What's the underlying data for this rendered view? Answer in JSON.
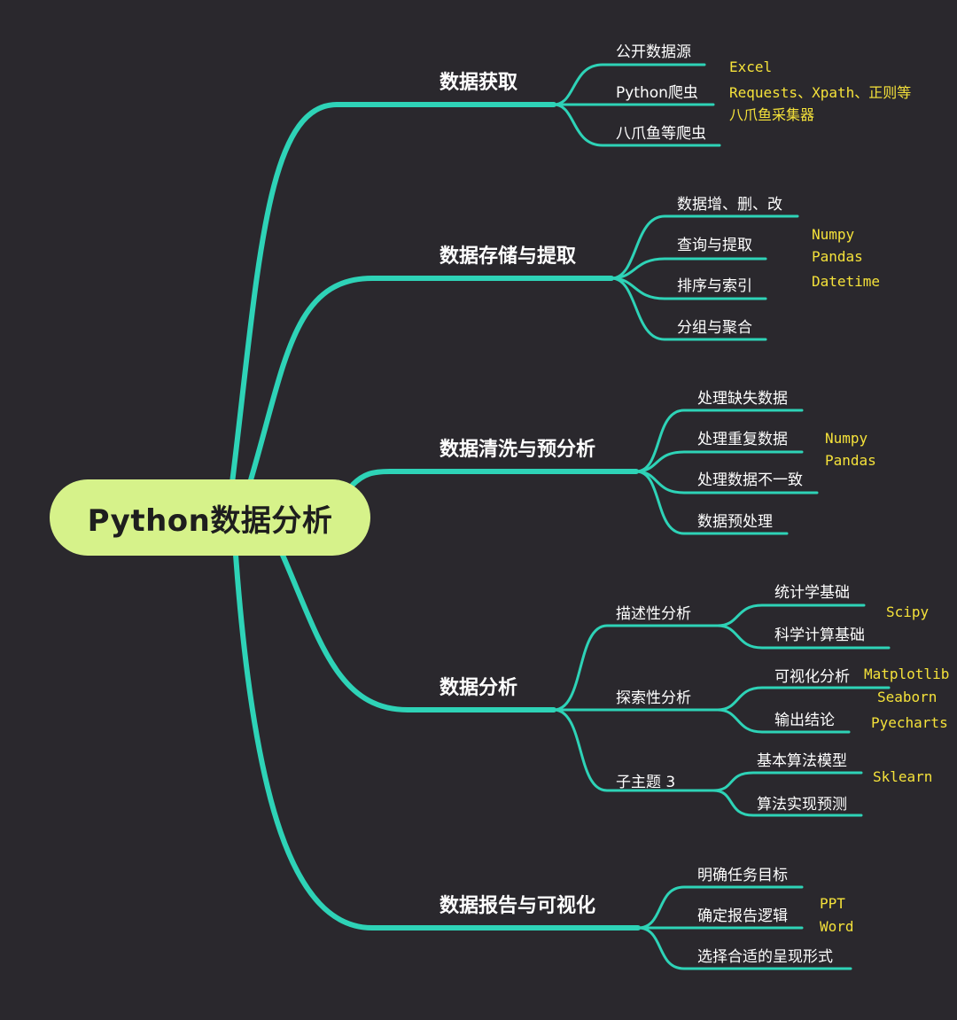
{
  "root": "Python数据分析",
  "colors": {
    "background": "#2a282d",
    "link": "#2ed3b7",
    "root_fill": "#d6f28a",
    "label": "#ffffff",
    "note": "#f5e23a"
  },
  "branches": [
    {
      "label": "数据获取",
      "children": [
        {
          "label": "公开数据源"
        },
        {
          "label": "Python爬虫"
        },
        {
          "label": "八爪鱼等爬虫"
        }
      ],
      "notes": [
        "Excel",
        "Requests、Xpath、正则等",
        "八爪鱼采集器"
      ]
    },
    {
      "label": "数据存储与提取",
      "children": [
        {
          "label": "数据增、删、改"
        },
        {
          "label": "查询与提取"
        },
        {
          "label": "排序与索引"
        },
        {
          "label": "分组与聚合"
        }
      ],
      "notes": [
        "Numpy",
        "Pandas",
        "Datetime"
      ]
    },
    {
      "label": "数据清洗与预分析",
      "children": [
        {
          "label": "处理缺失数据"
        },
        {
          "label": "处理重复数据"
        },
        {
          "label": "处理数据不一致"
        },
        {
          "label": "数据预处理"
        }
      ],
      "notes": [
        "Numpy",
        "Pandas"
      ]
    },
    {
      "label": "数据分析",
      "children": [
        {
          "label": "描述性分析",
          "children": [
            "统计学基础",
            "科学计算基础"
          ],
          "notes": [
            "Scipy"
          ]
        },
        {
          "label": "探索性分析",
          "children": [
            "可视化分析",
            "输出结论"
          ],
          "notes": [
            "Matplotlib",
            "Seaborn",
            "Pyecharts"
          ]
        },
        {
          "label": "子主题 3",
          "children": [
            "基本算法模型",
            "算法实现预测"
          ],
          "notes": [
            "Sklearn"
          ]
        }
      ]
    },
    {
      "label": "数据报告与可视化",
      "children": [
        {
          "label": "明确任务目标"
        },
        {
          "label": "确定报告逻辑"
        },
        {
          "label": "选择合适的呈现形式"
        }
      ],
      "notes": [
        "PPT",
        "Word"
      ]
    }
  ]
}
